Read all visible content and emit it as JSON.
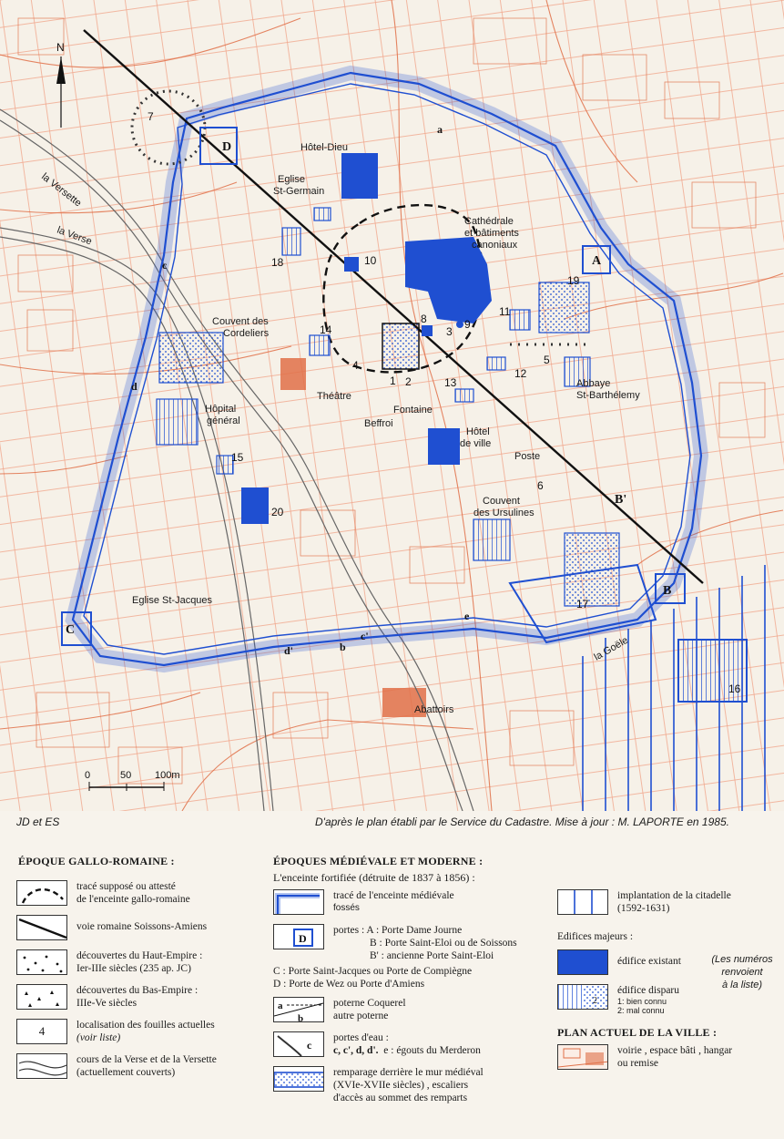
{
  "map": {
    "north": "N",
    "scale": {
      "t0": "0",
      "t1": "50",
      "t2": "100m"
    },
    "labels": {
      "hotel_dieu": "Hôtel-Dieu",
      "eglise_stg1": "Eglise",
      "eglise_stg2": "St-Germain",
      "cath1": "Cathédrale",
      "cath2": "et bâtiments",
      "cath3": "canoniaux",
      "cordeliers1": "Couvent des",
      "cordeliers2": "Cordeliers",
      "theatre": "Théâtre",
      "fontaine": "Fontaine",
      "beffroi": "Beffroi",
      "hotel_ville1": "Hôtel",
      "hotel_ville2": "de ville",
      "abbaye1": "Abbaye",
      "abbaye2": "St-Barthélemy",
      "hopital1": "Hôpital",
      "hopital2": "général",
      "poste": "Poste",
      "ursulines1": "Couvent",
      "ursulines2": "des Ursulines",
      "eglise_stj": "Eglise St-Jacques",
      "abattoirs": "Abattoirs",
      "versette": "la Versette",
      "verse": "la Verse",
      "goelle": "la Goële"
    },
    "gates": {
      "A": "A",
      "B": "B",
      "B2": "B'",
      "C": "C",
      "D": "D"
    },
    "posterns": {
      "a": "a",
      "b": "b",
      "c": "c",
      "c2": "c'",
      "d": "d",
      "d2": "d'",
      "e": "e"
    },
    "numbers": [
      "1",
      "2",
      "3",
      "4",
      "5",
      "6",
      "7",
      "8",
      "9",
      "10",
      "11",
      "12",
      "13",
      "14",
      "15",
      "16",
      "17",
      "18",
      "19",
      "20"
    ]
  },
  "credits": {
    "left": "JD et ES",
    "right": "D'après le plan établi par le Service du Cadastre.  Mise à jour : M. LAPORTE en 1985."
  },
  "legend": {
    "gallo": {
      "title": "ÉPOQUE GALLO-ROMAINE :",
      "items": [
        {
          "l1": "tracé supposé ou attesté",
          "l2": "de l'enceinte gallo-romaine"
        },
        {
          "l1": "voie romaine Soissons-Amiens",
          "l2": ""
        },
        {
          "l1": "découvertes du Haut-Empire :",
          "l2": "Ier-IIIe siècles (235 ap. JC)"
        },
        {
          "l1": "découvertes du Bas-Empire :",
          "l2": "IIIe-Ve siècles"
        },
        {
          "l1": "localisation des fouilles actuelles",
          "l2": "(voir liste)",
          "sw": "4"
        },
        {
          "l1": "cours de la Verse et de la Versette",
          "l2": "(actuellement couverts)"
        }
      ]
    },
    "medieval": {
      "title": "ÉPOQUES MÉDIÉVALE ET MODERNE :",
      "subtitle": "L'enceinte fortifiée (détruite de 1837 à 1856) :",
      "enceinte": "tracé de l'enceinte médiévale",
      "fosses": "fossés",
      "portes1": "portes :  A : Porte Dame Journe",
      "portes2": "B : Porte Saint-Eloi ou de  Soissons",
      "portes3": "B' : ancienne Porte Saint-Eloi",
      "portes4": "C : Porte Saint-Jacques ou Porte de Compiègne",
      "portes5": "D : Porte de Wez ou Porte d'Amiens",
      "poterne1": "poterne Coquerel",
      "poterne2": "autre poterne",
      "eau1": "portes d'eau :",
      "eau2": "c, c', d, d'.",
      "eau3": "e : égouts du Merderon",
      "rempar1": "remparage derrière le mur médiéval",
      "rempar2": "(XVIe-XVIIe siècles) ,  escaliers",
      "rempar3": "d'accès au sommet des remparts"
    },
    "right": {
      "citadelle1": "implantation de la citadelle",
      "citadelle2": "(1592-1631)",
      "edifices": "Edifices majeurs :",
      "existant": "édifice existant",
      "numeros1": "(Les numéros",
      "numeros2": "renvoient",
      "numeros3": "à la liste)",
      "disparu": "édifice disparu",
      "connu1": "1: bien connu",
      "connu2": "2: mal connu",
      "plan_title": "PLAN ACTUEL DE LA VILLE :",
      "voirie1": "voirie , espace bâti ,  hangar",
      "voirie2": "ou remise"
    }
  },
  "colors": {
    "blue": "#1f4fd1",
    "orange": "#e07048",
    "paper": "#f6f1e8"
  }
}
